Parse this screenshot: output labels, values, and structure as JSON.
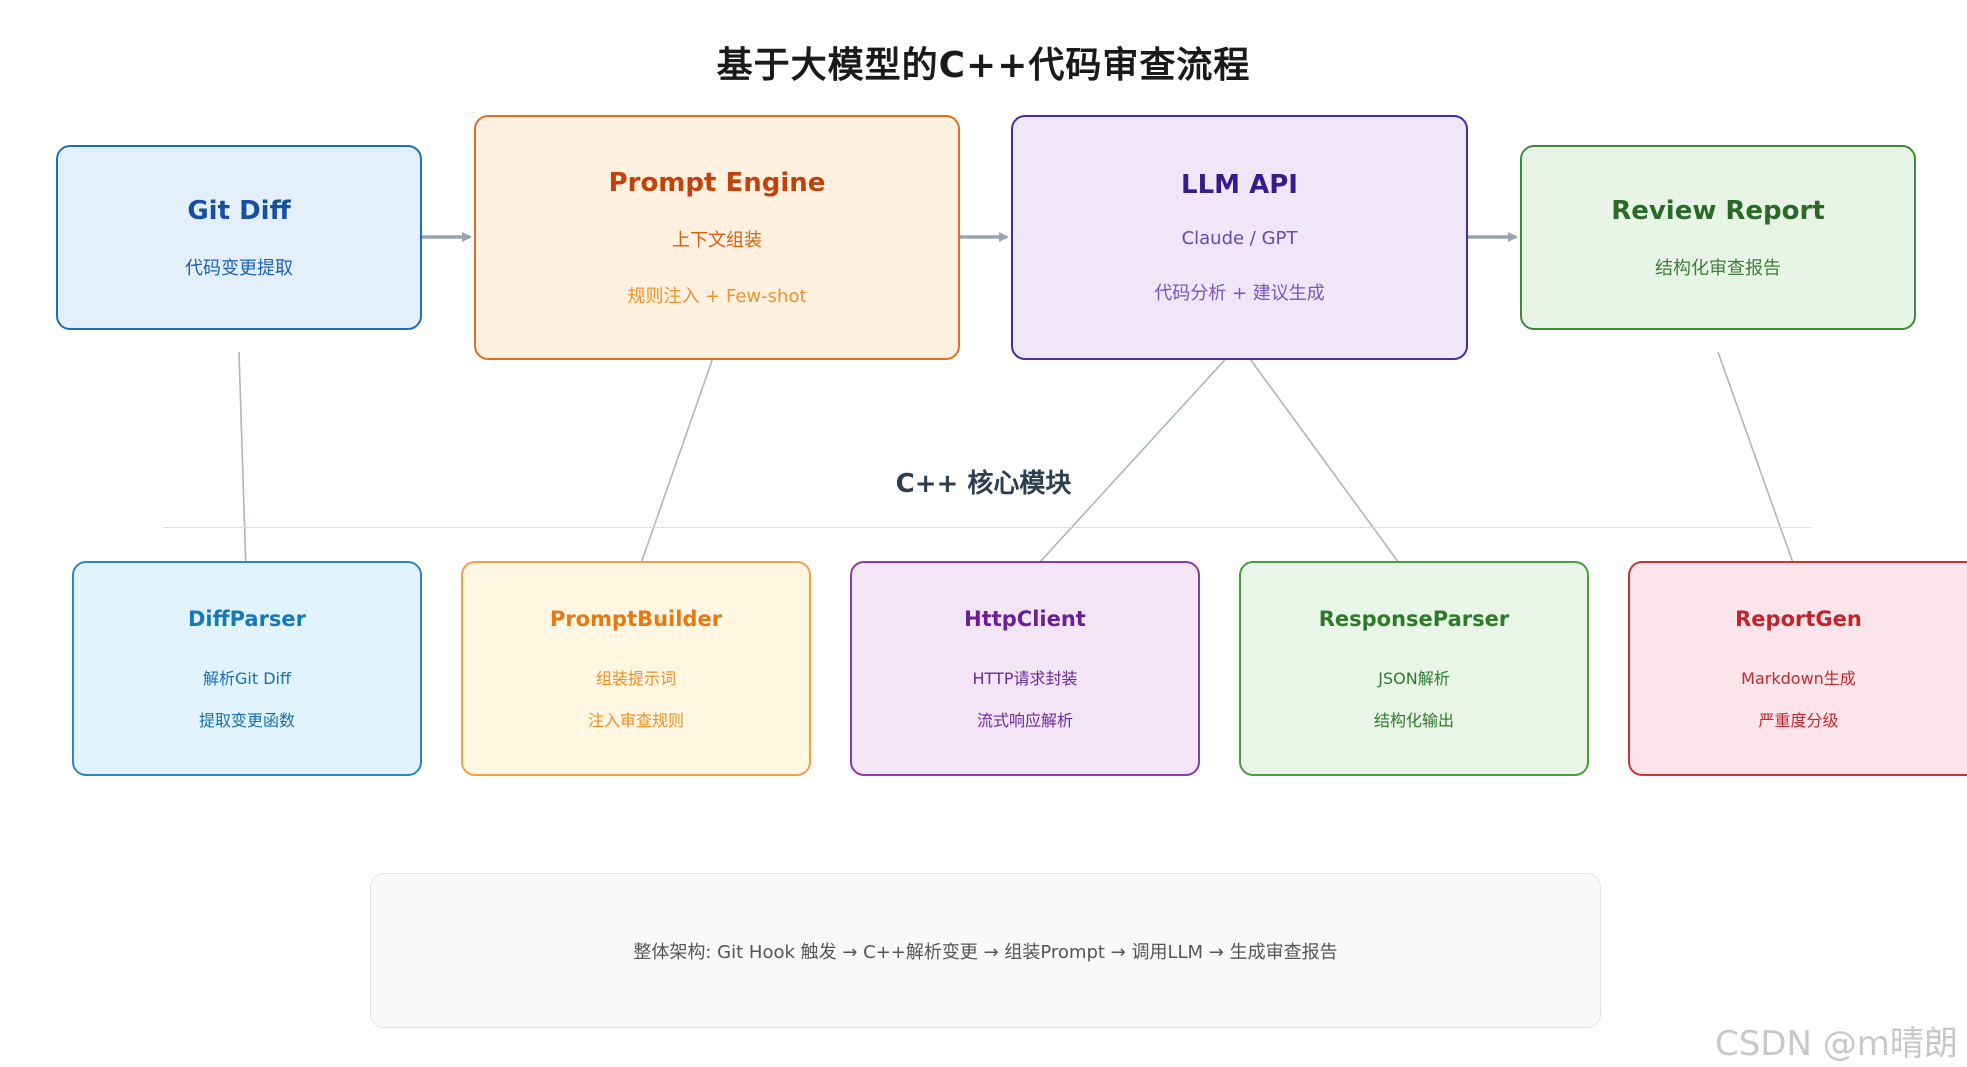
{
  "title": "基于大模型的C++代码审查流程",
  "pipeline": [
    {
      "title": "Git Diff",
      "lines": [
        "代码变更提取"
      ]
    },
    {
      "title": "Prompt Engine",
      "lines": [
        "上下文组装",
        "规则注入 + Few-shot"
      ]
    },
    {
      "title": "LLM API",
      "lines": [
        "Claude / GPT",
        "代码分析 + 建议生成"
      ]
    },
    {
      "title": "Review Report",
      "lines": [
        "结构化审查报告"
      ]
    }
  ],
  "modules_title": "C++ 核心模块",
  "modules": [
    {
      "title": "DiffParser",
      "lines": [
        "解析Git Diff",
        "提取变更函数"
      ]
    },
    {
      "title": "PromptBuilder",
      "lines": [
        "组装提示词",
        "注入审查规则"
      ]
    },
    {
      "title": "HttpClient",
      "lines": [
        "HTTP请求封装",
        "流式响应解析"
      ]
    },
    {
      "title": "ResponseParser",
      "lines": [
        "JSON解析",
        "结构化输出"
      ]
    },
    {
      "title": "ReportGen",
      "lines": [
        "Markdown生成",
        "严重度分级"
      ]
    }
  ],
  "summary": "整体架构: Git Hook 触发 → C++解析变更 → 组装Prompt → 调用LLM → 生成审查报告",
  "watermark": "CSDN @m晴朗",
  "colors": {
    "arrow_main": "#9aa5b1",
    "arrow_link": "#a9b7c2"
  }
}
